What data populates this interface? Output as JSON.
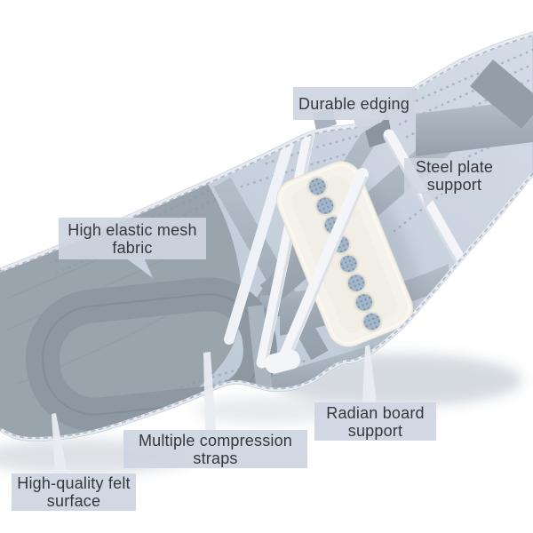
{
  "figure": {
    "description": "Annotated diagram of a grey lumbar support back brace belt shown diagonally with six feature callouts",
    "feature_count": 6
  },
  "palette": {
    "background": "#ffffff",
    "label_background": "#ced5e1",
    "label_text": "#35383c",
    "belt_mesh_light": "#d2dae5",
    "belt_mesh_dark": "#b9c4d3",
    "felt_panel": "#9aa4ac",
    "strap_light": "#aeb8c2",
    "strap_dark": "#97a2ad",
    "edging": "#e7ebf1",
    "stitch": "#b2bdcb",
    "radian_board": "#f4f2ea",
    "board_holes": "#a3b5c9",
    "steel_plate": "#f3f5f8",
    "pointer": "#e9ecf2"
  },
  "callouts": [
    {
      "id": "durable-edging",
      "lines": [
        "Durable edging"
      ]
    },
    {
      "id": "steel-plate-support",
      "lines": [
        "Steel plate",
        "support"
      ]
    },
    {
      "id": "high-elastic-mesh-fabric",
      "lines": [
        "High elastic mesh",
        "fabric"
      ]
    },
    {
      "id": "radian-board-support",
      "lines": [
        "Radian board",
        "support"
      ]
    },
    {
      "id": "multiple-compression-straps",
      "lines": [
        "Multiple compression",
        "straps"
      ]
    },
    {
      "id": "high-quality-felt-surface",
      "lines": [
        "High-quality felt",
        "surface"
      ]
    }
  ]
}
